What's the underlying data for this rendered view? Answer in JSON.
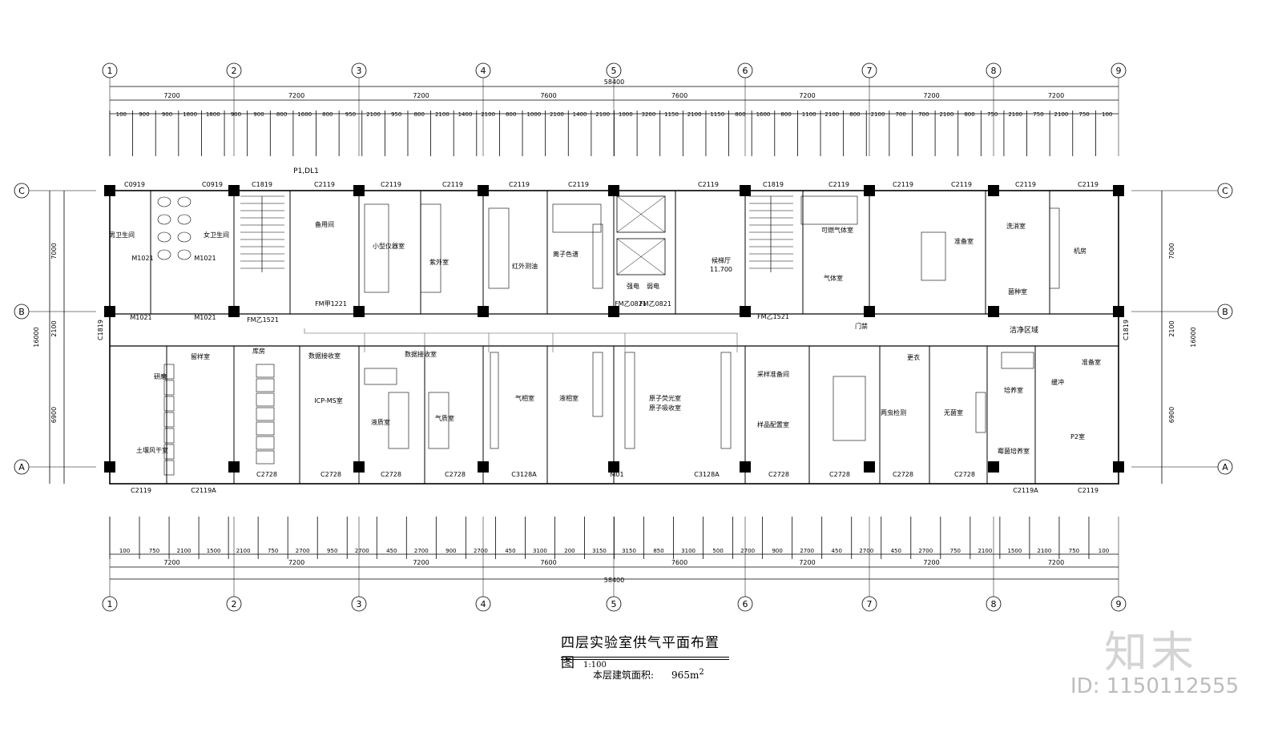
{
  "drawing": {
    "title": "四层实验室供气平面布置图",
    "scale": "1:100",
    "area_label": "本层建筑面积:",
    "area_value": "965m",
    "area_sup": "2"
  },
  "axes": {
    "columns": [
      "1",
      "2",
      "3",
      "4",
      "5",
      "6",
      "7",
      "8",
      "9"
    ],
    "rows": [
      "C",
      "B",
      "A"
    ]
  },
  "dimensions": {
    "total": "58400",
    "top_spans": [
      "7200",
      "7200",
      "7200",
      "7600",
      "7600",
      "7200",
      "7200",
      "7200"
    ],
    "bottom_spans": [
      "7200",
      "7200",
      "7200",
      "7600",
      "7600",
      "7200",
      "7200",
      "7200"
    ],
    "left_spans": [
      "7000",
      "2100",
      "6900"
    ],
    "left_total": "16000",
    "top_detail": [
      "100",
      "900",
      "900",
      "1800",
      "1800",
      "900",
      "900",
      "800",
      "1600",
      "800",
      "950",
      "2100",
      "950",
      "800",
      "2100",
      "1400",
      "2100",
      "800",
      "1000",
      "2100",
      "1400",
      "2100",
      "1000",
      "3200",
      "1150",
      "2100",
      "1150",
      "800",
      "1600",
      "800",
      "1100",
      "2100",
      "800",
      "2100",
      "700",
      "700",
      "2100",
      "800",
      "750",
      "2100",
      "750",
      "2100",
      "750",
      "100"
    ],
    "bottom_detail": [
      "100",
      "750",
      "2100",
      "1500",
      "2100",
      "750",
      "2700",
      "950",
      "2700",
      "450",
      "2700",
      "900",
      "2700",
      "450",
      "3100",
      "200",
      "3150",
      "3150",
      "850",
      "3100",
      "500",
      "2700",
      "900",
      "2700",
      "450",
      "2700",
      "450",
      "2700",
      "750",
      "2100",
      "1500",
      "2100",
      "750",
      "100"
    ]
  },
  "windows_top": [
    "C0919",
    "C0919",
    "C1819",
    "C2119",
    "C2119",
    "C2119",
    "C2119",
    "C2119",
    "C2119",
    "C1819",
    "C2119",
    "C2119",
    "C2119",
    "C2119",
    "C2119"
  ],
  "windows_bottom": [
    "C2119",
    "C2119A",
    "C2728",
    "C2728",
    "C2728",
    "C2728",
    "C3128A",
    "M01",
    "C3128A",
    "C2728",
    "C2728",
    "C2728",
    "C2728",
    "C2119A",
    "C2119"
  ],
  "side_windows": [
    "C1819",
    "C1819"
  ],
  "rooms": {
    "north": [
      "男卫生间",
      "女卫生间",
      "备用间",
      "小型仪器室",
      "紫外室",
      "红外测油",
      "离子色谱",
      "强电",
      "弱电",
      "候梯厅",
      "可燃气体室",
      "气体室",
      "准备室",
      "洗消室",
      "机房",
      "菌种室"
    ],
    "south": [
      "研磨",
      "留样室",
      "土壤风干室",
      "库房",
      "数据接收室",
      "ICP-MS室",
      "数据接收室",
      "液质室",
      "气质室",
      "气相室",
      "液相室",
      "原子荧光室",
      "原子吸收室",
      "采样准备间",
      "样品配置室",
      "培养室",
      "两虫检测",
      "无菌室",
      "霉菌培养室",
      "准备室",
      "P2室",
      "更衣",
      "缓冲"
    ],
    "corridor": "洁净区域",
    "elevator_hall_level": "11.700"
  },
  "doors": [
    "M1021",
    "M1021",
    "M1021",
    "M1021",
    "FM乙1521",
    "FM甲1221",
    "FM乙0821",
    "FM乙0821",
    "FM乙1521",
    "门禁"
  ],
  "misc": {
    "riser": "P1,DL1"
  },
  "watermark": {
    "brand": "知末",
    "id": "ID: 1150112555"
  }
}
